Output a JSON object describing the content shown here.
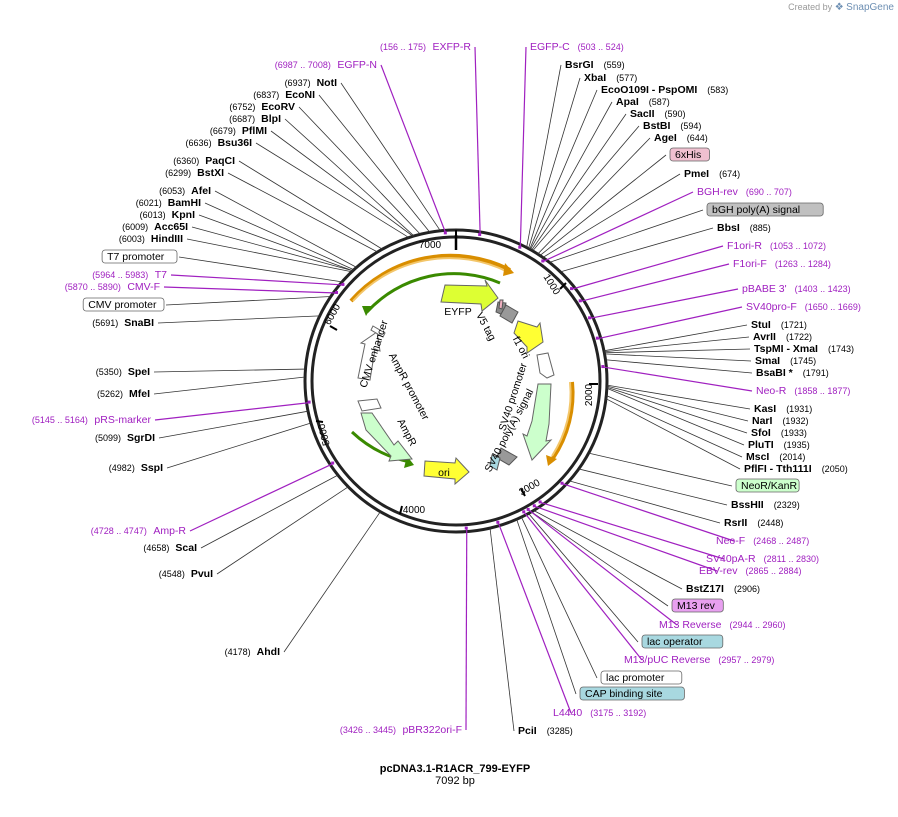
{
  "brand": {
    "prefix": "Created by",
    "name": "SnapGene"
  },
  "plasmid": {
    "name": "pcDNA3.1-R1ACR_799-EYFP",
    "length": "7092 bp"
  },
  "colors": {
    "primer": "#a020c0",
    "enzyme": "#000000",
    "feature_green": "#ccffcc",
    "feature_yellow": "#ffff33",
    "feature_white": "#ffffff",
    "feature_gray": "#a0a0a0",
    "arc_orange": "#d98e00",
    "arc_green": "#3a8a00"
  },
  "ticks": [
    "1000",
    "2000",
    "3000",
    "4000",
    "5000",
    "6000",
    "7000"
  ],
  "inner_features": [
    {
      "name": "EYFP"
    },
    {
      "name": "V5 tag"
    },
    {
      "name": "f1 ori"
    },
    {
      "name": "SV40 promoter"
    },
    {
      "name": "SV40 poly(A) signal"
    },
    {
      "name": "ori"
    },
    {
      "name": "AmpR"
    },
    {
      "name": "AmpR promoter"
    },
    {
      "name": "CMV enhancer"
    }
  ],
  "right_labels": [
    {
      "kind": "primer",
      "name": "EGFP-C",
      "pos": "(503 .. 524)"
    },
    {
      "kind": "enzyme",
      "name": "BsrGI",
      "pos": "(559)"
    },
    {
      "kind": "enzyme",
      "name": "XbaI",
      "pos": "(577)"
    },
    {
      "kind": "enzyme",
      "name": "EcoO109I   - PspOMI",
      "pos": "(583)"
    },
    {
      "kind": "enzyme",
      "name": "ApaI",
      "pos": "(587)"
    },
    {
      "kind": "enzyme",
      "name": "SacII",
      "pos": "(590)"
    },
    {
      "kind": "enzyme",
      "name": "BstBI",
      "pos": "(594)"
    },
    {
      "kind": "enzyme",
      "name": "AgeI",
      "pos": "(644)"
    },
    {
      "kind": "feature",
      "name": "6xHis",
      "fill": "#f0c0d0"
    },
    {
      "kind": "enzyme",
      "name": "PmeI",
      "pos": "(674)"
    },
    {
      "kind": "primer",
      "name": "BGH-rev",
      "pos": "(690 .. 707)"
    },
    {
      "kind": "feature",
      "name": "bGH poly(A) signal",
      "fill": "#c0c0c0"
    },
    {
      "kind": "enzyme",
      "name": "BbsI",
      "pos": "(885)"
    },
    {
      "kind": "primer",
      "name": "F1ori-R",
      "pos": "(1053 .. 1072)"
    },
    {
      "kind": "primer",
      "name": "F1ori-F",
      "pos": "(1263 .. 1284)"
    },
    {
      "kind": "primer",
      "name": "pBABE 3'",
      "pos": "(1403 .. 1423)"
    },
    {
      "kind": "primer",
      "name": "SV40pro-F",
      "pos": "(1650 .. 1669)"
    },
    {
      "kind": "enzyme",
      "name": "StuI",
      "pos": "(1721)"
    },
    {
      "kind": "enzyme",
      "name": "AvrII",
      "pos": "(1722)"
    },
    {
      "kind": "enzyme",
      "name": "TspMI   - XmaI",
      "pos": "(1743)"
    },
    {
      "kind": "enzyme",
      "name": "SmaI",
      "pos": "(1745)"
    },
    {
      "kind": "enzyme",
      "name": "BsaBI *",
      "pos": "(1791)"
    },
    {
      "kind": "primer",
      "name": "Neo-R",
      "pos": "(1858 .. 1877)"
    },
    {
      "kind": "enzyme",
      "name": "KasI",
      "pos": "(1931)"
    },
    {
      "kind": "enzyme",
      "name": "NarI",
      "pos": "(1932)"
    },
    {
      "kind": "enzyme",
      "name": "SfoI",
      "pos": "(1933)"
    },
    {
      "kind": "enzyme",
      "name": "PluTI",
      "pos": "(1935)"
    },
    {
      "kind": "enzyme",
      "name": "MscI",
      "pos": "(2014)"
    },
    {
      "kind": "enzyme",
      "name": "PflFI   - Tth111I",
      "pos": "(2050)"
    },
    {
      "kind": "feature",
      "name": "NeoR/KanR",
      "fill": "#ccffcc"
    },
    {
      "kind": "enzyme",
      "name": "BssHII",
      "pos": "(2329)"
    },
    {
      "kind": "enzyme",
      "name": "RsrII",
      "pos": "(2448)"
    },
    {
      "kind": "primer",
      "name": "Neo-F",
      "pos": "(2468 .. 2487)"
    },
    {
      "kind": "primer",
      "name": "SV40pA-R",
      "pos": "(2811 .. 2830)"
    },
    {
      "kind": "primer",
      "name": "EBV-rev",
      "pos": "(2865 .. 2884)"
    },
    {
      "kind": "enzyme",
      "name": "BstZ17I",
      "pos": "(2906)"
    },
    {
      "kind": "feature",
      "name": "M13 rev",
      "fill": "#e8a0f0"
    },
    {
      "kind": "primer",
      "name": "M13 Reverse",
      "pos": "(2944 .. 2960)"
    },
    {
      "kind": "feature",
      "name": "lac operator",
      "fill": "#a8d8e0"
    },
    {
      "kind": "primer",
      "name": "M13/pUC Reverse",
      "pos": "(2957 .. 2979)"
    },
    {
      "kind": "feature",
      "name": "lac promoter",
      "fill": "#ffffff"
    },
    {
      "kind": "feature",
      "name": "CAP binding site",
      "fill": "#a8d8e0"
    },
    {
      "kind": "primer",
      "name": "L4440",
      "pos": "(3175 .. 3192)"
    },
    {
      "kind": "enzyme",
      "name": "PciI",
      "pos": "(3285)"
    }
  ],
  "left_labels": [
    {
      "kind": "primer",
      "name": "EXFP-R",
      "pos": "(156 .. 175)"
    },
    {
      "kind": "primer",
      "name": "EGFP-N",
      "pos": "(6987 .. 7008)"
    },
    {
      "kind": "enzyme",
      "name": "NotI",
      "pos": "(6937)"
    },
    {
      "kind": "enzyme",
      "name": "EcoNI",
      "pos": "(6837)"
    },
    {
      "kind": "enzyme",
      "name": "EcoRV",
      "pos": "(6752)"
    },
    {
      "kind": "enzyme",
      "name": "BlpI",
      "pos": "(6687)"
    },
    {
      "kind": "enzyme",
      "name": "PflMI",
      "pos": "(6679)"
    },
    {
      "kind": "enzyme",
      "name": "Bsu36I",
      "pos": "(6636)"
    },
    {
      "kind": "enzyme",
      "name": "PaqCI",
      "pos": "(6360)"
    },
    {
      "kind": "enzyme",
      "name": "BstXI",
      "pos": "(6299)"
    },
    {
      "kind": "enzyme",
      "name": "AfeI",
      "pos": "(6053)"
    },
    {
      "kind": "enzyme",
      "name": "BamHI",
      "pos": "(6021)"
    },
    {
      "kind": "enzyme",
      "name": "KpnI",
      "pos": "(6013)"
    },
    {
      "kind": "enzyme",
      "name": "Acc65I",
      "pos": "(6009)"
    },
    {
      "kind": "enzyme",
      "name": "HindIII",
      "pos": "(6003)"
    },
    {
      "kind": "feature",
      "name": "T7 promoter",
      "fill": "#ffffff"
    },
    {
      "kind": "primer",
      "name": "T7",
      "pos": "(5964 .. 5983)"
    },
    {
      "kind": "primer",
      "name": "CMV-F",
      "pos": "(5870 .. 5890)"
    },
    {
      "kind": "feature",
      "name": "CMV promoter",
      "fill": "#ffffff"
    },
    {
      "kind": "enzyme",
      "name": "SnaBI",
      "pos": "(5691)"
    },
    {
      "kind": "enzyme",
      "name": "SpeI",
      "pos": "(5350)"
    },
    {
      "kind": "enzyme",
      "name": "MfeI",
      "pos": "(5262)"
    },
    {
      "kind": "primer",
      "name": "pRS-marker",
      "pos": "(5145 .. 5164)"
    },
    {
      "kind": "enzyme",
      "name": "SgrDI",
      "pos": "(5099)"
    },
    {
      "kind": "enzyme",
      "name": "SspI",
      "pos": "(4982)"
    },
    {
      "kind": "primer",
      "name": "Amp-R",
      "pos": "(4728 .. 4747)"
    },
    {
      "kind": "enzyme",
      "name": "ScaI",
      "pos": "(4658)"
    },
    {
      "kind": "enzyme",
      "name": "PvuI",
      "pos": "(4548)"
    },
    {
      "kind": "enzyme",
      "name": "AhdI",
      "pos": "(4178)"
    },
    {
      "kind": "primer",
      "name": "pBR322ori-F",
      "pos": "(3426 .. 3445)"
    }
  ]
}
